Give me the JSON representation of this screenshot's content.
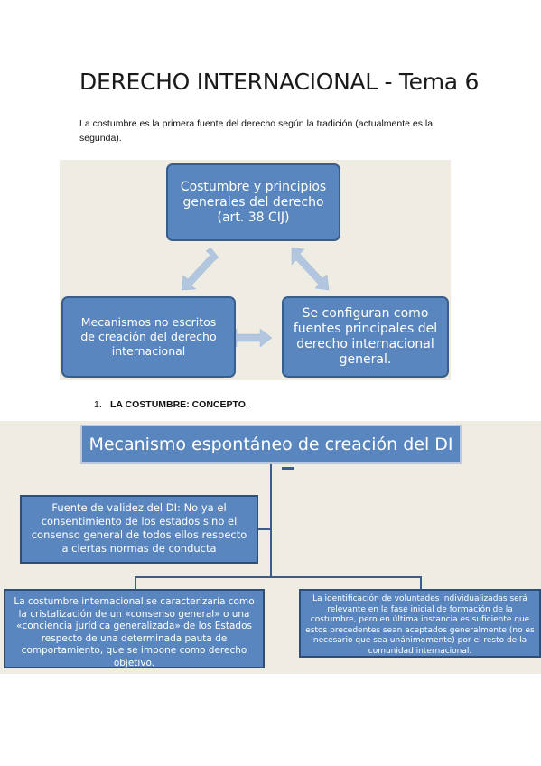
{
  "document": {
    "title": "DERECHO INTERNACIONAL - Tema 6",
    "intro": "La costumbre es la primera fuente del derecho según la tradición (actualmente es la segunda).",
    "section": {
      "number": "1.",
      "heading": "LA COSTUMBRE: CONCEPTO",
      "heading_suffix": "."
    }
  },
  "diagram1": {
    "top_box": "Costumbre  y principios generales del derecho (art. 38 CIJ)",
    "left_box": "Mecanismos no escritos de creación del derecho internacional",
    "right_box": "Se configuran como fuentes principales del derecho internacional general."
  },
  "diagram2": {
    "top_box": "Mecanismo espontáneo de creación del DI",
    "mid_box": "Fuente de validez del DI: No ya el consentimiento de los estados sino el consenso general de todos ellos respecto a ciertas normas de conducta",
    "left_box": "La costumbre internacional se caracterizaría como la cristalización de un «consenso general» o una «conciencia jurídica generalizada» de los Estados respecto de una determinada pauta de comportamiento, que se impone como derecho objetivo.",
    "right_box": "La identificación de voluntades individualizadas será relevante en la fase inicial de formación de la costumbre, pero en última instancia es suficiente que estos precedentes sean aceptados generalmente (no es necesario que sea unánimemente) por el resto de la comunidad internacional."
  },
  "colors": {
    "box_fill": "#5a86bf",
    "box_border": "#3a5e8c",
    "diagram_bg": "#efede3",
    "arrow": "#b3c6df"
  }
}
